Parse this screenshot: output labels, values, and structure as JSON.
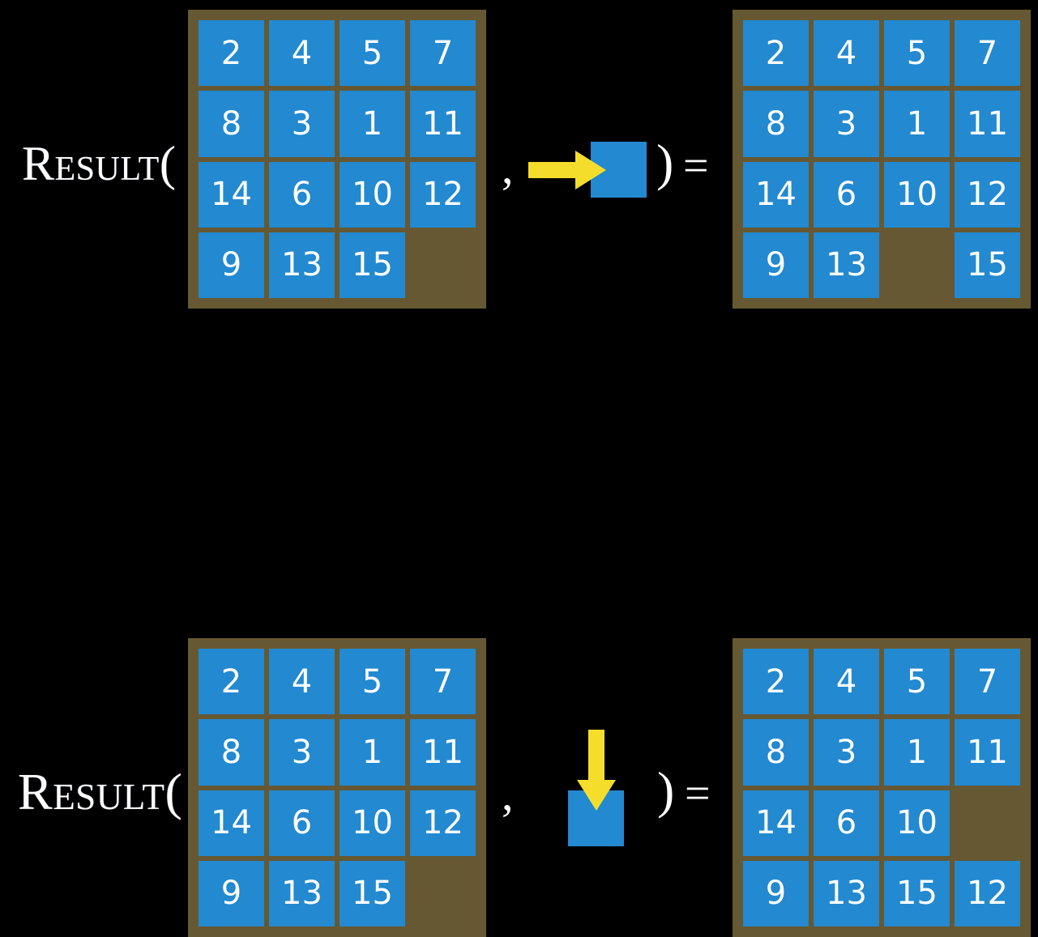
{
  "slide": {
    "background_color": "#000000",
    "tile_color": "#2389D0",
    "board_color": "#665832",
    "arrow_color": "#F5DE2B",
    "text_color": "#FFFFFF"
  },
  "rows": [
    {
      "label": "Result(",
      "comma": ",",
      "rparen": ")",
      "equals": "=",
      "move": {
        "direction": "right",
        "arrow_icon": "arrow-right-icon",
        "square_label": ""
      },
      "input_board": {
        "rows": 4,
        "cols": 4,
        "cells": [
          [
            "2",
            "4",
            "5",
            "7"
          ],
          [
            "8",
            "3",
            "1",
            "11"
          ],
          [
            "14",
            "6",
            "10",
            "12"
          ],
          [
            "9",
            "13",
            "15",
            ""
          ]
        ]
      },
      "output_board": {
        "rows": 4,
        "cols": 4,
        "cells": [
          [
            "2",
            "4",
            "5",
            "7"
          ],
          [
            "8",
            "3",
            "1",
            "11"
          ],
          [
            "14",
            "6",
            "10",
            "12"
          ],
          [
            "9",
            "13",
            "",
            "15"
          ]
        ]
      }
    },
    {
      "label": "Result(",
      "comma": ",",
      "rparen": ")",
      "equals": "=",
      "move": {
        "direction": "down",
        "arrow_icon": "arrow-down-icon",
        "square_label": ""
      },
      "input_board": {
        "rows": 4,
        "cols": 4,
        "cells": [
          [
            "2",
            "4",
            "5",
            "7"
          ],
          [
            "8",
            "3",
            "1",
            "11"
          ],
          [
            "14",
            "6",
            "10",
            "12"
          ],
          [
            "9",
            "13",
            "15",
            ""
          ]
        ]
      },
      "output_board": {
        "rows": 4,
        "cols": 4,
        "cells": [
          [
            "2",
            "4",
            "5",
            "7"
          ],
          [
            "8",
            "3",
            "1",
            "11"
          ],
          [
            "14",
            "6",
            "10",
            ""
          ],
          [
            "9",
            "13",
            "15",
            "12"
          ]
        ]
      }
    }
  ]
}
